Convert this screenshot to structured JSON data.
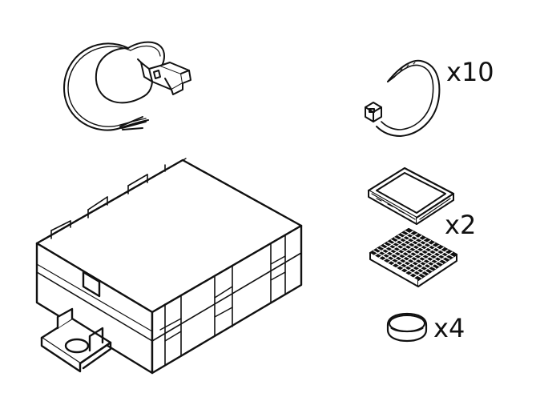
{
  "items": [
    {
      "id": "wiring-harness",
      "quantity_label": ""
    },
    {
      "id": "cable-ties",
      "quantity_label": "x10"
    },
    {
      "id": "foam-pads",
      "quantity_label": "x2"
    },
    {
      "id": "control-unit",
      "quantity_label": ""
    },
    {
      "id": "grommets",
      "quantity_label": "x4"
    }
  ],
  "labels": {
    "cable_ties": "x10",
    "pads": "x2",
    "caps": "x4"
  },
  "colors": {
    "stroke": "#111111",
    "fill": "#ffffff",
    "grid_fill": "#111111"
  }
}
